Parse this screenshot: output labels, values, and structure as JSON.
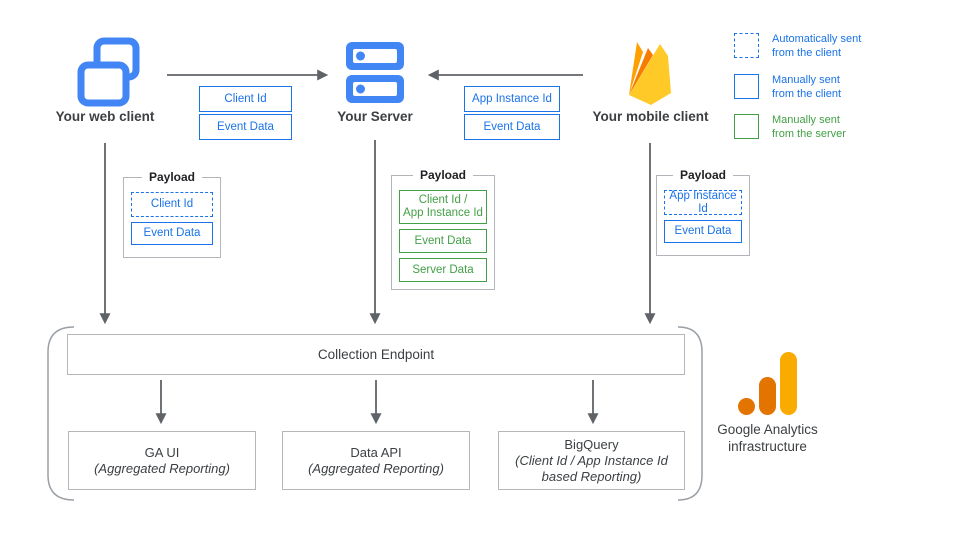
{
  "clients": {
    "web": {
      "label": "Your web client"
    },
    "server": {
      "label": "Your Server"
    },
    "mobile": {
      "label": "Your mobile client"
    }
  },
  "flows": {
    "web_to_server": {
      "labels": [
        "Client Id",
        "Event Data"
      ]
    },
    "mobile_to_server": {
      "labels": [
        "App Instance Id",
        "Event Data"
      ]
    }
  },
  "legend": {
    "items": [
      {
        "swatch": "dashed-blue-square",
        "label": "Automatically sent\nfrom the client"
      },
      {
        "swatch": "solid-blue-square",
        "label": "Manually sent\nfrom the client"
      },
      {
        "swatch": "solid-green-square",
        "label": "Manually sent\nfrom the server"
      }
    ]
  },
  "payloads": {
    "web": {
      "title": "Payload",
      "items": [
        {
          "label": "Client Id",
          "style": "auto-client"
        },
        {
          "label": "Event Data",
          "style": "manual-client"
        }
      ]
    },
    "server": {
      "title": "Payload",
      "items": [
        {
          "label": "Client Id /\nApp Instance Id",
          "style": "manual-server"
        },
        {
          "label": "Event Data",
          "style": "manual-server"
        },
        {
          "label": "Server Data",
          "style": "manual-server"
        }
      ]
    },
    "mobile": {
      "title": "Payload",
      "items": [
        {
          "label": "App Instance Id",
          "style": "auto-client"
        },
        {
          "label": "Event Data",
          "style": "manual-client"
        }
      ]
    }
  },
  "endpoint": {
    "label": "Collection Endpoint"
  },
  "outputs": [
    {
      "title": "GA UI",
      "subtitle": "(Aggregated Reporting)"
    },
    {
      "title": "Data API",
      "subtitle": "(Aggregated Reporting)"
    },
    {
      "title": "BigQuery",
      "subtitle": "(Client Id / App Instance Id\nbased Reporting)"
    }
  ],
  "infrastructure": {
    "label": "Google Analytics\ninfrastructure"
  },
  "colors": {
    "blue_accent": "#1a73e8",
    "icon_blue": "#4285F4",
    "green_accent": "#43a047",
    "arrow_gray": "#5f6368",
    "box_border_gray": "#b6b6b6",
    "bracket_gray": "#9aa0a6",
    "text_dark": "#3c4043",
    "firebase_yellow": "#FFCA28",
    "firebase_orange": "#F57C00",
    "firebase_amber": "#FFA000",
    "ga_amber": "#F9AB00",
    "ga_orange": "#E37400"
  }
}
